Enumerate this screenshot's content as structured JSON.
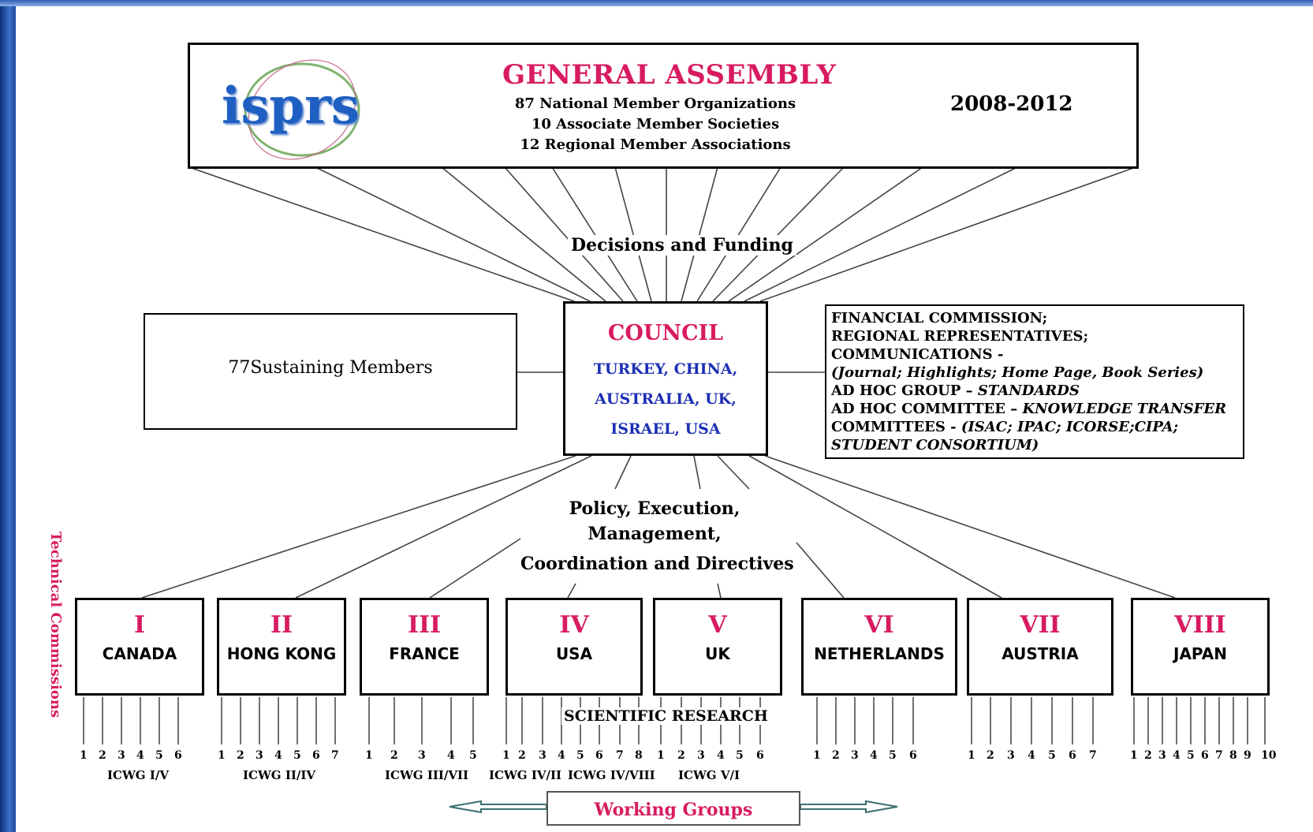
{
  "general_assembly": {
    "logo_text": "isprs",
    "title": "GENERAL ASSEMBLY",
    "lines": [
      "87 National Member Organizations",
      "10 Associate Member Societies",
      "12 Regional Member Associations"
    ],
    "period": "2008-2012"
  },
  "decisions_label": "Decisions and Funding",
  "sustaining_members": "77Sustaining Members",
  "council": {
    "title": "COUNCIL",
    "lines": [
      "TURKEY, CHINA,",
      "AUSTRALIA, UK,",
      "ISRAEL, USA"
    ]
  },
  "financial_box": {
    "line1": "FINANCIAL  COMMISSION;",
    "line2": "REGIONAL  REPRESENTATIVES;",
    "line3": "COMMUNICATIONS  -",
    "line4": "(Journal; Highlights; Home Page, Book Series)",
    "line5_a": "AD HOC GROUP  – ",
    "line5_b": "STANDARDS",
    "line6_a": "AD HOC COMMITTEE  – ",
    "line6_b": "KNOWLEDGE TRANSFER",
    "line7_a": "COMMITTEES - ",
    "line7_b": "(ISAC; IPAC; ICORSE;CIPA;",
    "line8": "STUDENT CONSORTIUM)"
  },
  "policy_label": {
    "line1": "Policy, Execution,",
    "line2": "Management,",
    "line3": "Coordination and Directives"
  },
  "side_label": "Technical Commissions",
  "commissions": [
    {
      "roman": "I",
      "country": "CANADA"
    },
    {
      "roman": "II",
      "country": "HONG KONG"
    },
    {
      "roman": "III",
      "country": "FRANCE"
    },
    {
      "roman": "IV",
      "country": "USA"
    },
    {
      "roman": "V",
      "country": "UK"
    },
    {
      "roman": "VI",
      "country": "NETHERLANDS"
    },
    {
      "roman": "VII",
      "country": "AUSTRIA"
    },
    {
      "roman": "VIII",
      "country": "JAPAN"
    }
  ],
  "scientific_research": "SCIENTIFIC RESEARCH",
  "wg_numbers": {
    "c1": [
      "1",
      "2",
      "3",
      "4",
      "5",
      "6"
    ],
    "c2": [
      "1",
      "2",
      "3",
      "4",
      "5",
      "6",
      "7"
    ],
    "c3": [
      "1",
      "2",
      "3",
      "4",
      "5"
    ],
    "c4": [
      "1",
      "2",
      "3",
      "4",
      "5",
      "6",
      "7",
      "8"
    ],
    "c5": [
      "1",
      "2",
      "3",
      "4",
      "5",
      "6"
    ],
    "c6": [
      "1",
      "2",
      "3",
      "4",
      "5",
      "6"
    ],
    "c7": [
      "1",
      "2",
      "3",
      "4",
      "5",
      "6",
      "7"
    ],
    "c8": [
      "1",
      "2",
      "3",
      "4",
      "5",
      "6",
      "7",
      "8",
      "9",
      "10"
    ]
  },
  "icwg_labels": [
    "ICWG I/V",
    "ICWG II/IV",
    "ICWG III/VII",
    "ICWG IV/II",
    "ICWG IV/VIII",
    "ICWG V/I"
  ],
  "working_groups": "Working Groups",
  "colors": {
    "accent": "#d81b60",
    "council_countries": "#1c2fb5"
  }
}
